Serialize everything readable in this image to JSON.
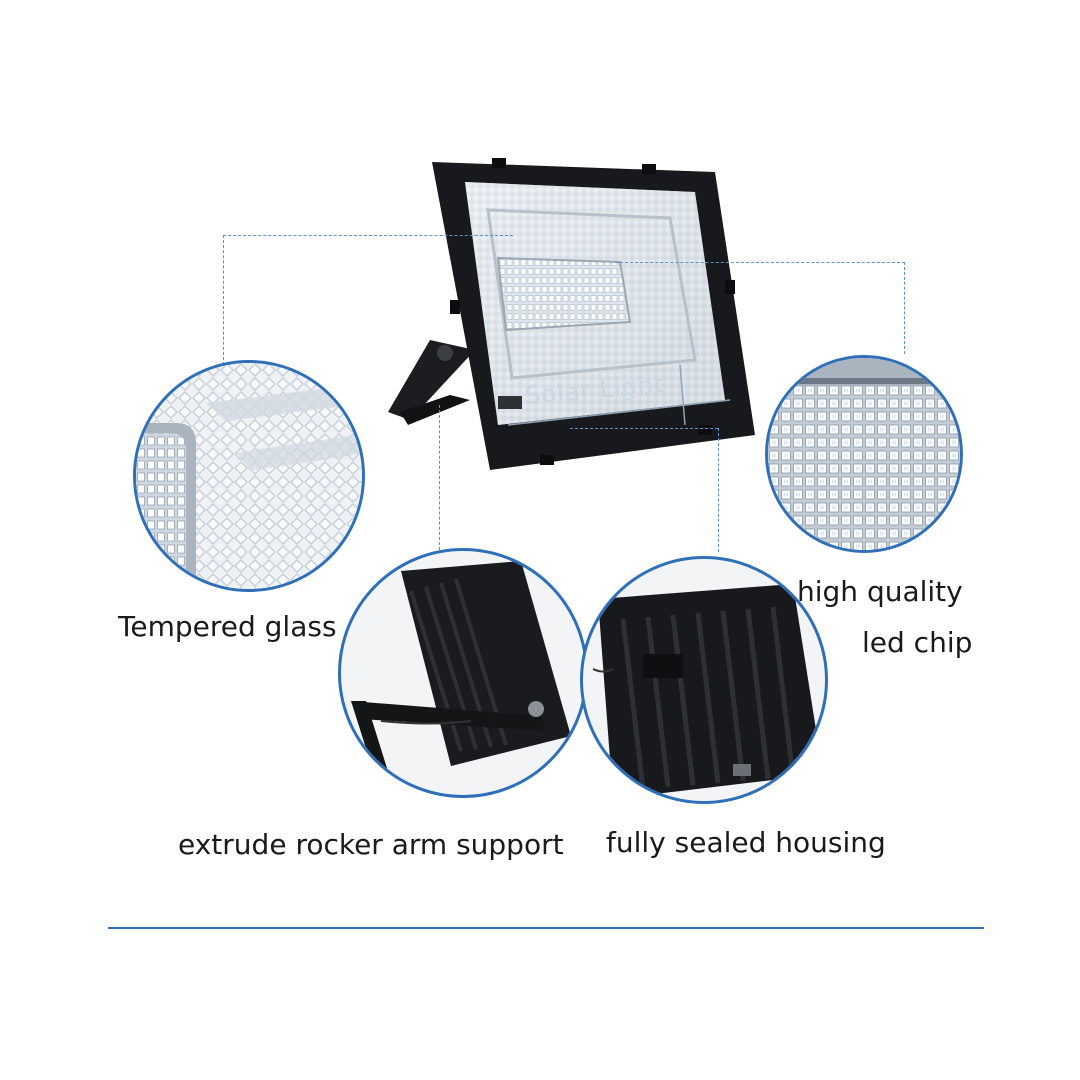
{
  "product": {
    "panel_text": "Solar Light"
  },
  "features": {
    "tempered_glass": "Tempered glass",
    "led_chip_line1": "high quality",
    "led_chip_line2": "led chip",
    "rocker_arm": "extrude rocker arm support",
    "sealed_housing": "fully sealed housing"
  },
  "colors": {
    "accent": "#2f6fb8",
    "dashed": "#5a8fd0",
    "housing": "#16181b",
    "text": "#1a1a1a"
  }
}
